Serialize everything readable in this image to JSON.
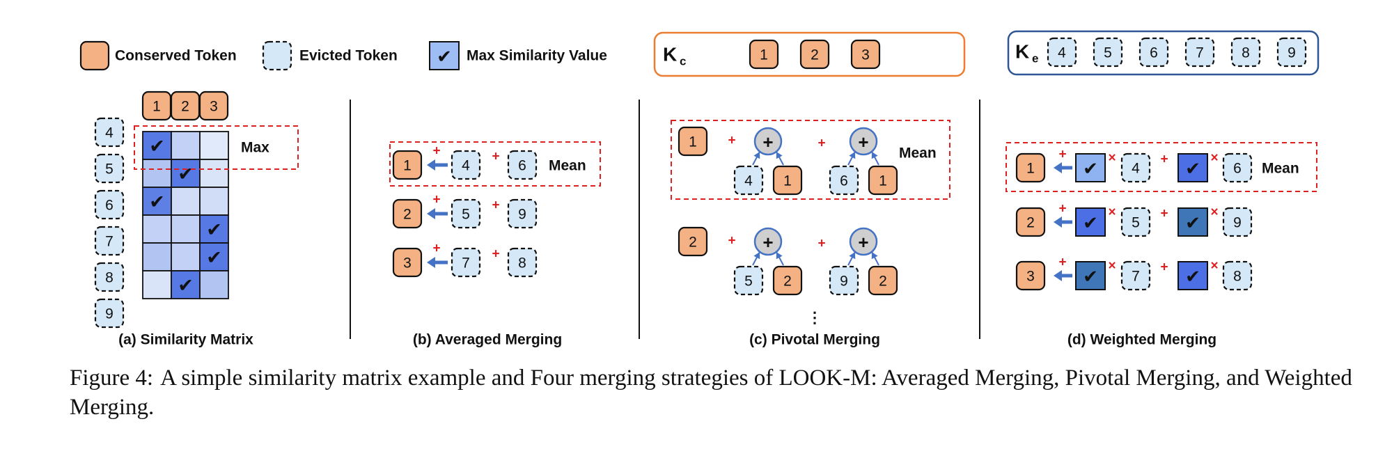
{
  "legend": {
    "conserved": "Conserved Token",
    "evicted": "Evicted Token",
    "max_sim": "Max Similarity Value"
  },
  "kc": {
    "label": "K",
    "sub": "c",
    "tokens": [
      "1",
      "2",
      "3"
    ]
  },
  "ke": {
    "label": "K",
    "sub": "e",
    "tokens": [
      "4",
      "5",
      "6",
      "7",
      "8",
      "9"
    ]
  },
  "panel_a": {
    "title": "(a) Similarity Matrix",
    "col_tokens": [
      "1",
      "2",
      "3"
    ],
    "row_tokens": [
      "4",
      "5",
      "6",
      "7",
      "8",
      "9"
    ],
    "max_label": "Max",
    "levels": [
      [
        0.95,
        0.25,
        0.05
      ],
      [
        0.35,
        0.95,
        0.1
      ],
      [
        0.9,
        0.15,
        0.15
      ],
      [
        0.25,
        0.25,
        0.95
      ],
      [
        0.35,
        0.25,
        0.95
      ],
      [
        0.1,
        0.95,
        0.35
      ]
    ],
    "max_positions": [
      [
        0,
        0
      ],
      [
        1,
        1
      ],
      [
        2,
        0
      ],
      [
        3,
        2
      ],
      [
        4,
        2
      ],
      [
        5,
        1
      ]
    ]
  },
  "panel_b": {
    "title": "(b) Averaged Merging",
    "mean_label": "Mean",
    "rows": [
      {
        "conserved": "1",
        "evicted": [
          "4",
          "6"
        ]
      },
      {
        "conserved": "2",
        "evicted": [
          "5",
          "9"
        ]
      },
      {
        "conserved": "3",
        "evicted": [
          "7",
          "8"
        ]
      }
    ]
  },
  "panel_c": {
    "title": "(c) Pivotal Merging",
    "mean_label": "Mean",
    "ellipsis": "⋮",
    "groups": [
      {
        "conserved": "1",
        "pairs": [
          [
            "4",
            "1"
          ],
          [
            "6",
            "1"
          ]
        ]
      },
      {
        "conserved": "2",
        "pairs": [
          [
            "5",
            "2"
          ],
          [
            "9",
            "2"
          ]
        ]
      }
    ]
  },
  "panel_d": {
    "title": "(d) Weighted Merging",
    "mean_label": "Mean",
    "rows": [
      {
        "conserved": "1",
        "evicted": [
          "4",
          "6"
        ]
      },
      {
        "conserved": "2",
        "evicted": [
          "5",
          "9"
        ]
      },
      {
        "conserved": "3",
        "evicted": [
          "7",
          "8"
        ]
      }
    ]
  },
  "symbols": {
    "plus": "+",
    "times": "×",
    "check": "✔"
  },
  "caption": {
    "label": "Figure 4:",
    "text": "A simple similarity matrix example and Four merging strategies of LOOK-M: Averaged Merging, Pivotal Merging, and Weighted Merging."
  },
  "colors": {
    "conserved_fill": "#F4B183",
    "evicted_fill": "#D4E8F7",
    "kc_border": "#ED7D31",
    "ke_border": "#2F5597",
    "red": "#E02020",
    "arrow": "#4472C4",
    "plus_fill": "#CFCFCF"
  }
}
